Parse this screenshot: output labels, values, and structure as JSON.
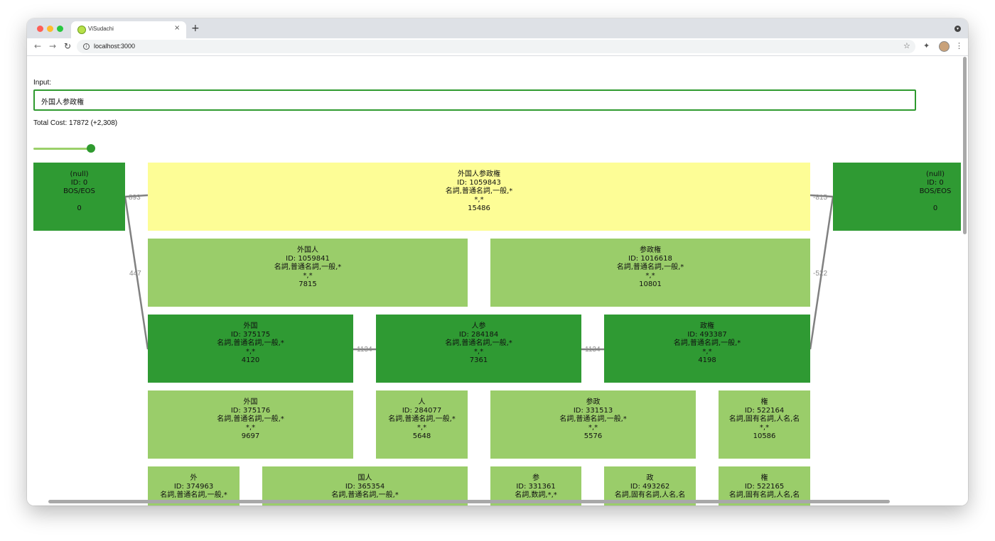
{
  "browser": {
    "tab_title": "ViSudachi",
    "tab_close": "×",
    "new_tab": "+",
    "back": "←",
    "forward": "→",
    "reload": "↻",
    "info": "i",
    "url": "localhost:3000",
    "bookmark": "☆",
    "menu": "⋮",
    "tab_menu": "▾",
    "extensions": "✦"
  },
  "app": {
    "input_label": "Input:",
    "input_value": "外国人参政権",
    "total_cost": "Total Cost: 17872 (+2,308)",
    "slider_value": 1.0
  },
  "colors": {
    "dark_node": "#2f9a33",
    "light_node": "#9acd6a",
    "highlight_node": "#fdfd96",
    "accent": "#2f9a2f"
  },
  "nodes": {
    "bos": {
      "surface": "(null)",
      "id": "ID: 0",
      "pos": "BOS/EOS",
      "extra": "",
      "cost": "0"
    },
    "eos": {
      "surface": "(null)",
      "id": "ID: 0",
      "pos": "BOS/EOS",
      "extra": "",
      "cost": "0"
    },
    "n1059843": {
      "surface": "外国人参政権",
      "id": "ID: 1059843",
      "pos": "名詞,普通名詞,一般,*",
      "extra": "*,*",
      "cost": "15486"
    },
    "n1059841": {
      "surface": "外国人",
      "id": "ID: 1059841",
      "pos": "名詞,普通名詞,一般,*",
      "extra": "*,*",
      "cost": "7815"
    },
    "n1016618": {
      "surface": "参政権",
      "id": "ID: 1016618",
      "pos": "名詞,普通名詞,一般,*",
      "extra": "*,*",
      "cost": "10801"
    },
    "n375175": {
      "surface": "外国",
      "id": "ID: 375175",
      "pos": "名詞,普通名詞,一般,*",
      "extra": "*,*",
      "cost": "4120"
    },
    "n284184": {
      "surface": "人参",
      "id": "ID: 284184",
      "pos": "名詞,普通名詞,一般,*",
      "extra": "*,*",
      "cost": "7361"
    },
    "n493387": {
      "surface": "政権",
      "id": "ID: 493387",
      "pos": "名詞,普通名詞,一般,*",
      "extra": "*,*",
      "cost": "4198"
    },
    "n375176": {
      "surface": "外国",
      "id": "ID: 375176",
      "pos": "名詞,普通名詞,一般,*",
      "extra": "*,*",
      "cost": "9697"
    },
    "n284077": {
      "surface": "人",
      "id": "ID: 284077",
      "pos": "名詞,普通名詞,一般,*",
      "extra": "*,*",
      "cost": "5648"
    },
    "n331513": {
      "surface": "参政",
      "id": "ID: 331513",
      "pos": "名詞,普通名詞,一般,*",
      "extra": "*,*",
      "cost": "5576"
    },
    "n522164": {
      "surface": "権",
      "id": "ID: 522164",
      "pos": "名詞,固有名詞,人名,名",
      "extra": "*,*",
      "cost": "10586"
    },
    "n374963": {
      "surface": "外",
      "id": "ID: 374963",
      "pos": "名詞,普通名詞,一般,*",
      "extra": "",
      "cost": ""
    },
    "n365354": {
      "surface": "国人",
      "id": "ID: 365354",
      "pos": "名詞,普通名詞,一般,*",
      "extra": "",
      "cost": ""
    },
    "n331361": {
      "surface": "参",
      "id": "ID: 331361",
      "pos": "名詞,数詞,*,*",
      "extra": "",
      "cost": ""
    },
    "n493262": {
      "surface": "政",
      "id": "ID: 493262",
      "pos": "名詞,固有名詞,人名,名",
      "extra": "",
      "cost": ""
    },
    "n522165": {
      "surface": "権",
      "id": "ID: 522165",
      "pos": "名詞,固有名詞,人名,名",
      "extra": "",
      "cost": ""
    }
  },
  "edges": {
    "bos_top": "893",
    "bos_mid": "447",
    "eos_top": "-815",
    "eos_mid": "-522",
    "gaikoku_ninjin": "1134",
    "ninjin_seiken": "1134"
  }
}
